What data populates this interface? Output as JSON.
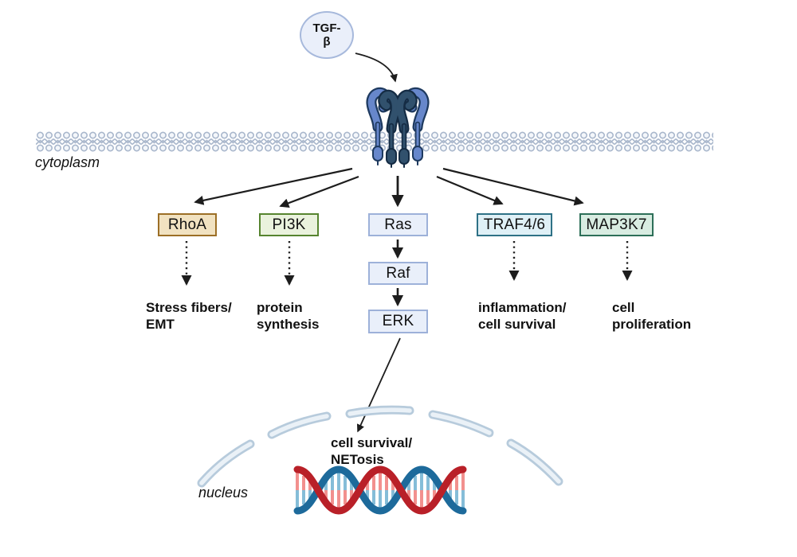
{
  "ligand": {
    "line1": "TGF-",
    "line2": "β"
  },
  "compartments": {
    "cytoplasm": "cytoplasm",
    "nucleus": "nucleus"
  },
  "nodes": {
    "rhoa": {
      "label": "RhoA",
      "fill": "#f1e2c1",
      "border": "#9c6f26"
    },
    "pi3k": {
      "label": "PI3K",
      "fill": "#eaf2dd",
      "border": "#56842f"
    },
    "ras": {
      "label": "Ras",
      "fill": "#e9effa",
      "border": "#9db1d9"
    },
    "raf": {
      "label": "Raf",
      "fill": "#e9effa",
      "border": "#9db1d9"
    },
    "erk": {
      "label": "ERK",
      "fill": "#e9effa",
      "border": "#9db1d9"
    },
    "traf46": {
      "label": "TRAF4/6",
      "fill": "#dff0f6",
      "border": "#2e7186"
    },
    "map3k7": {
      "label": "MAP3K7",
      "fill": "#d8ece1",
      "border": "#2d6f58"
    }
  },
  "outcomes": {
    "stress": {
      "line1": "Stress fibers/",
      "line2": "EMT"
    },
    "protein": {
      "line1": "protein",
      "line2": "synthesis"
    },
    "inflammation": {
      "line1": "inflammation/",
      "line2": "cell survival"
    },
    "proliferation": {
      "line1": "cell",
      "line2": "proliferation"
    },
    "netosis": {
      "line1": "cell survival/",
      "line2": "NETosis"
    }
  },
  "colors": {
    "arrow": "#1d1d1d",
    "membrane_outline": "#a9b7cc",
    "membrane_fill": "#f4f7fb",
    "receptor_outer": "#6787cb",
    "receptor_inner": "#31516d",
    "receptor_outline": "#1e3a5f",
    "nuclear_envelope_outline": "#b7cbdc",
    "nuclear_envelope_fill": "#eaf1f7",
    "dna_strand_blue": "#1d6a9b",
    "dna_strand_red": "#b92028",
    "dna_rung_blue": "#85bdd8",
    "dna_rung_pink": "#f2908e",
    "ligand_fill": "#eaeffa",
    "ligand_border": "#a7b9dc"
  }
}
